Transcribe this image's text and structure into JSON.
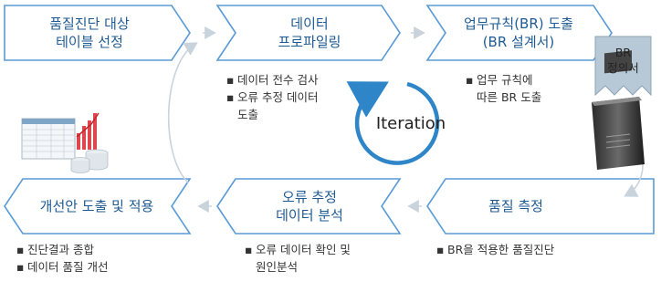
{
  "steps": {
    "s1": {
      "line1": "품질진단 대상",
      "line2": "테이블 선정"
    },
    "s2": {
      "line1": "데이터",
      "line2": "프로파일링"
    },
    "s3": {
      "line1": "업무규칙(BR) 도출",
      "line2": "(BR 설계서)"
    },
    "s4": {
      "line1": "품질 측정"
    },
    "s5": {
      "line1": "오류 추정",
      "line2": "데이터 분석"
    },
    "s6": {
      "line1": "개선안 도출 및 적용"
    }
  },
  "bullets": {
    "b2": {
      "l1": "데이터 전수 검사",
      "l2": "오류 추정 데이터",
      "l3": "도출"
    },
    "b3": {
      "l1": "업무 규칙에",
      "l2": "따른 BR 도출"
    },
    "b4": {
      "l1": "BR을 적용한 품질진단"
    },
    "b5": {
      "l1": "오류 데이터 확인 및",
      "l2": "원인분석"
    },
    "b6": {
      "l1": "진단결과 종합",
      "l2": "데이터 품질 개선"
    }
  },
  "bullet_mark": "▪",
  "doc_label": {
    "l1": "BR",
    "l2": "정의서"
  },
  "center": "Iteration",
  "colors": {
    "accent": "#1f5b93",
    "border": "#5a9bd5",
    "fill": "#ffffff",
    "cycle": "#2e86c8",
    "arrow": "#c8d3dc"
  }
}
